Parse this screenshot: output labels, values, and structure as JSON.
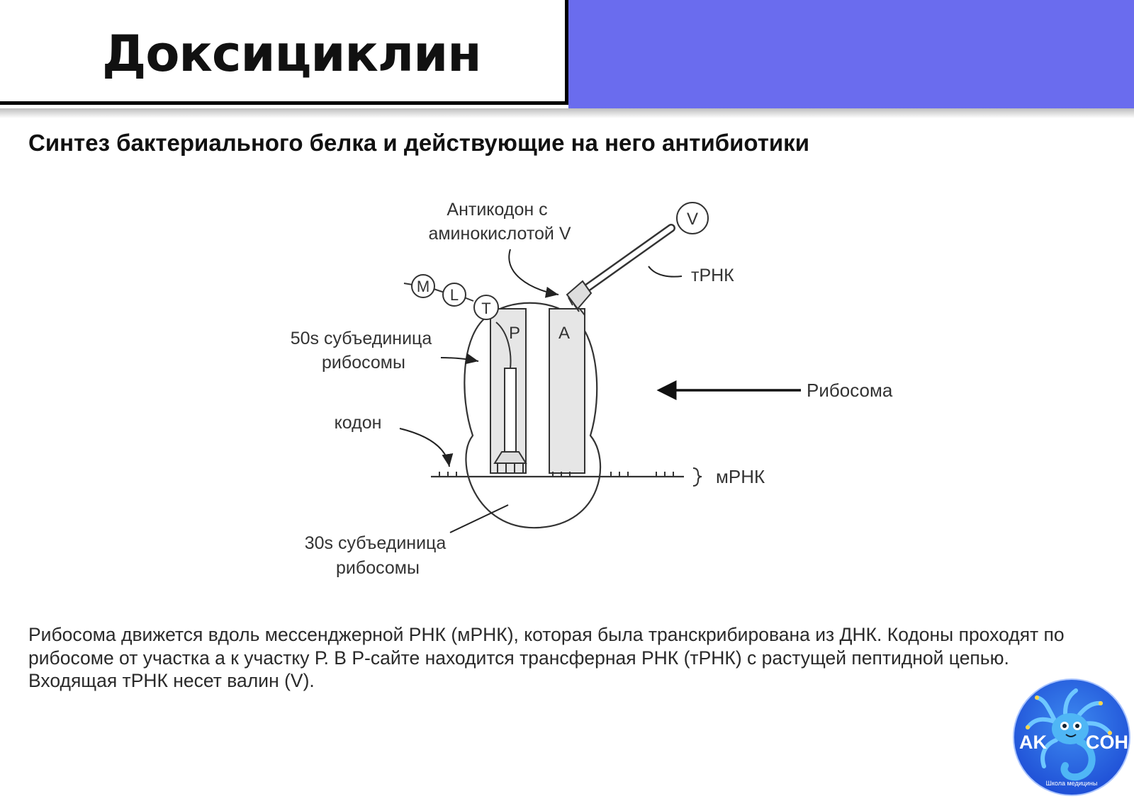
{
  "header": {
    "title": "Доксициклин",
    "accent_color": "#6a6cee"
  },
  "section": {
    "title": "Синтез бактериального белка и действующие на него антибиотики"
  },
  "diagram": {
    "anticodon_label": [
      "Антикодон с",
      "аминокислотой V"
    ],
    "trna_label": "тРНК",
    "subunit_50s_label": [
      "50s субъединица",
      "рибосомы"
    ],
    "ribosome_label": "Рибосома",
    "codon_label": "кодон",
    "mrna_label": "мРНК",
    "subunit_30s_label": [
      "30s субъединица",
      "рибосомы"
    ],
    "site_p": "P",
    "site_a": "A",
    "incoming_amino_acid": "V",
    "peptide_chain": [
      "M",
      "L",
      "T"
    ]
  },
  "description": {
    "paragraph_1": "Рибосома движется вдоль мессенджерной РНК (мРНК), которая была транскрибирована из ДНК. Кодоны проходят по рибосоме от участка а к участку Р. В Р-сайте находится трансферная РНК (тРНК) с растущей пептидной цепью.",
    "paragraph_2": "Входящая тРНК несет валин (V)."
  },
  "logo": {
    "text_left": "AK",
    "text_right": "COH",
    "subtitle": "Школа медицины"
  }
}
